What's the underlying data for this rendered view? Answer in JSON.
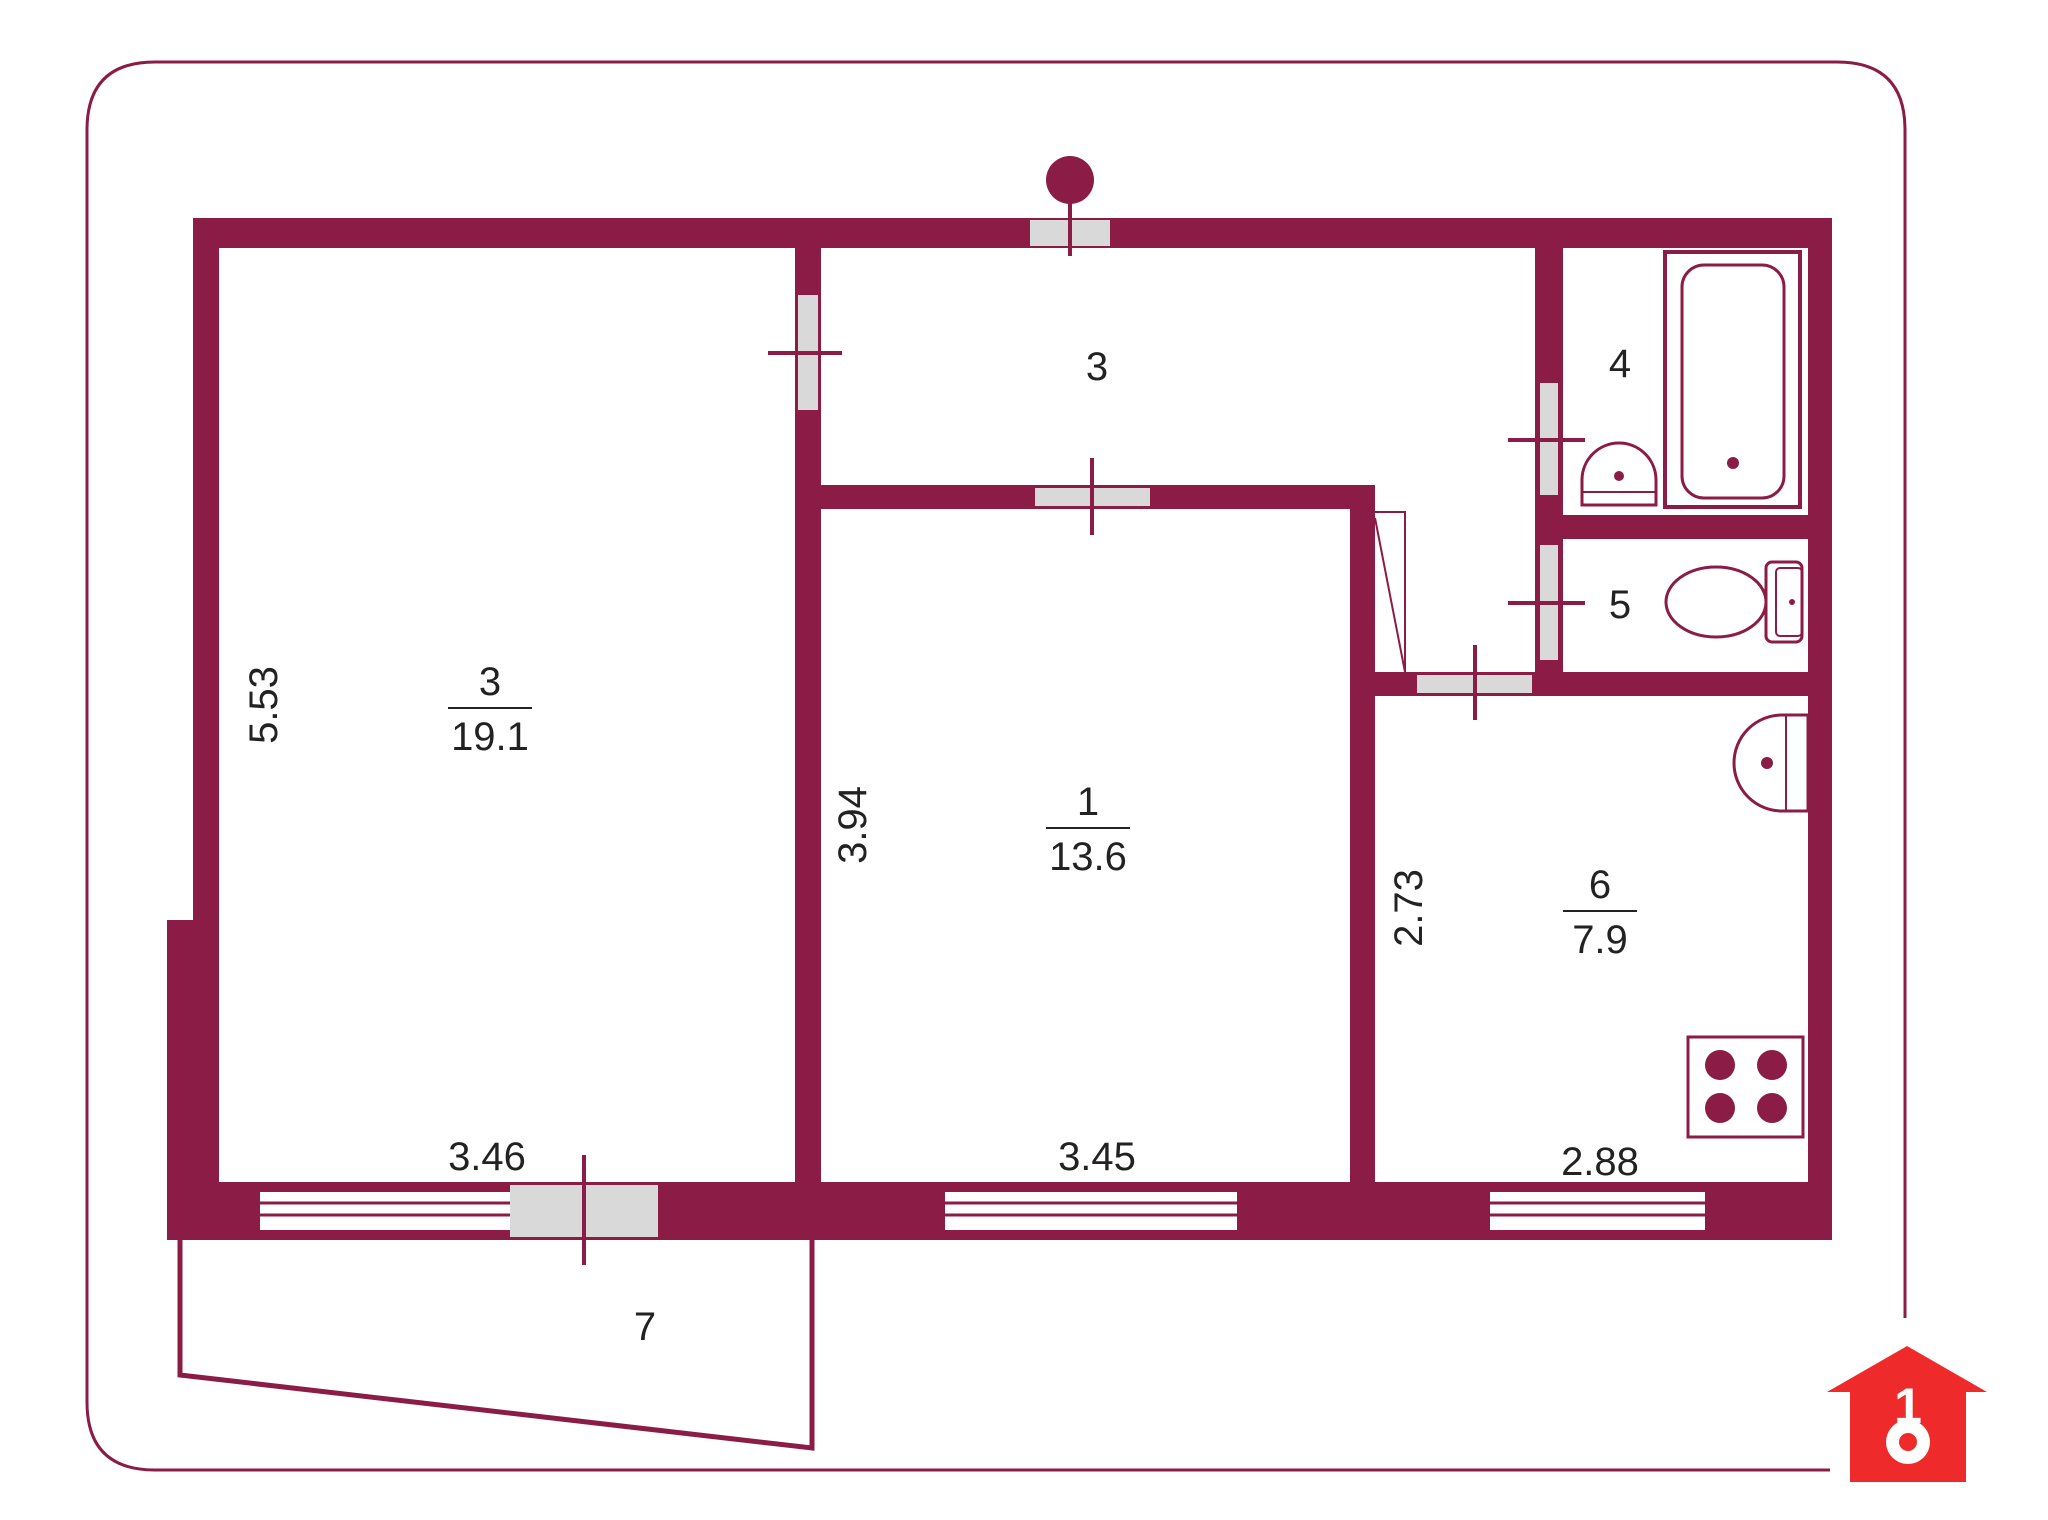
{
  "colors": {
    "wall": "#8b1c45",
    "door_gap": "#d9d9d9",
    "background": "#ffffff",
    "text": "#222222",
    "logo": "#ee2a2a"
  },
  "rooms": [
    {
      "number": "3",
      "area": "19.1"
    },
    {
      "number": "3",
      "area": ""
    },
    {
      "number": "1",
      "area": "13.6"
    },
    {
      "number": "4",
      "area": ""
    },
    {
      "number": "5",
      "area": ""
    },
    {
      "number": "6",
      "area": "7.9"
    },
    {
      "number": "7",
      "area": ""
    }
  ],
  "dimensions": {
    "room_left_height": "5.53",
    "room_left_width": "3.46",
    "room_middle_height": "3.94",
    "room_middle_width": "3.45",
    "kitchen_height": "2.73",
    "kitchen_width": "2.88"
  },
  "logo": {
    "icon": "house-key-icon",
    "text": "1"
  },
  "fixtures": [
    "bathtub-icon",
    "washbasin-icon",
    "toilet-icon",
    "kitchen-sink-icon",
    "stove-icon"
  ]
}
